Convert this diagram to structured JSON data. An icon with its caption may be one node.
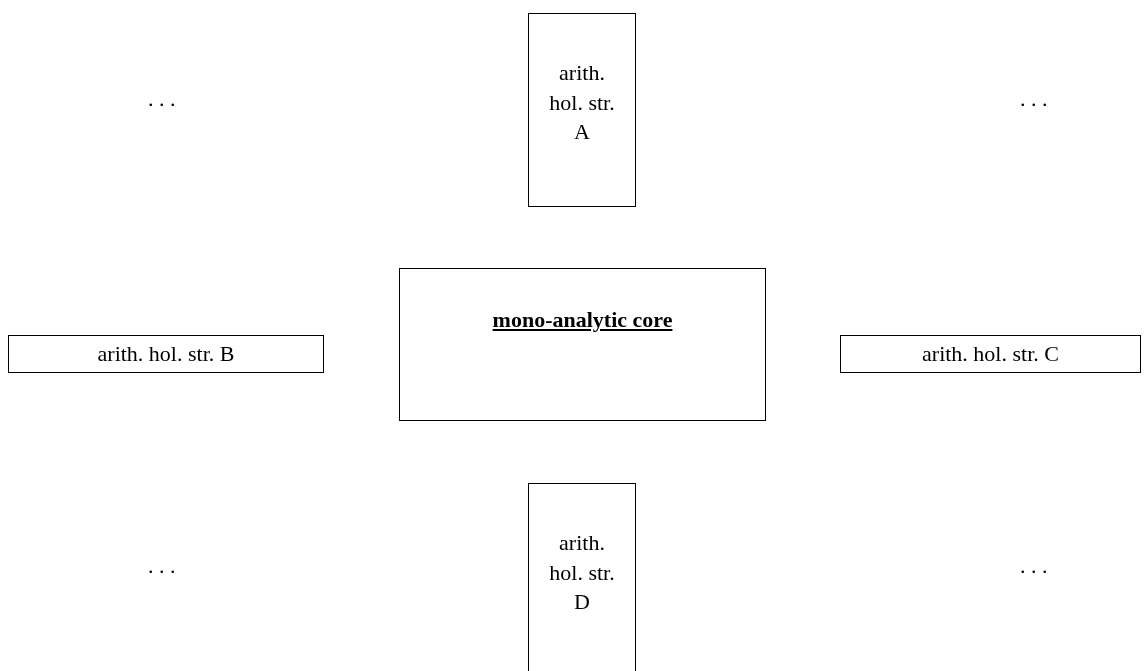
{
  "diagram": {
    "nodes": [
      {
        "text": [
          "arith. hol. str. A"
        ]
      },
      {
        "text": [
          "arith. hol. str. B"
        ]
      },
      {
        "text": [
          "mono-analytic core"
        ]
      },
      {
        "text": [
          "arith. hol. str. C"
        ]
      },
      {
        "text": [
          "arith. hol. str. D"
        ]
      }
    ],
    "labels": [
      ". . .",
      ". . .",
      ". . .",
      ". . ."
    ]
  }
}
